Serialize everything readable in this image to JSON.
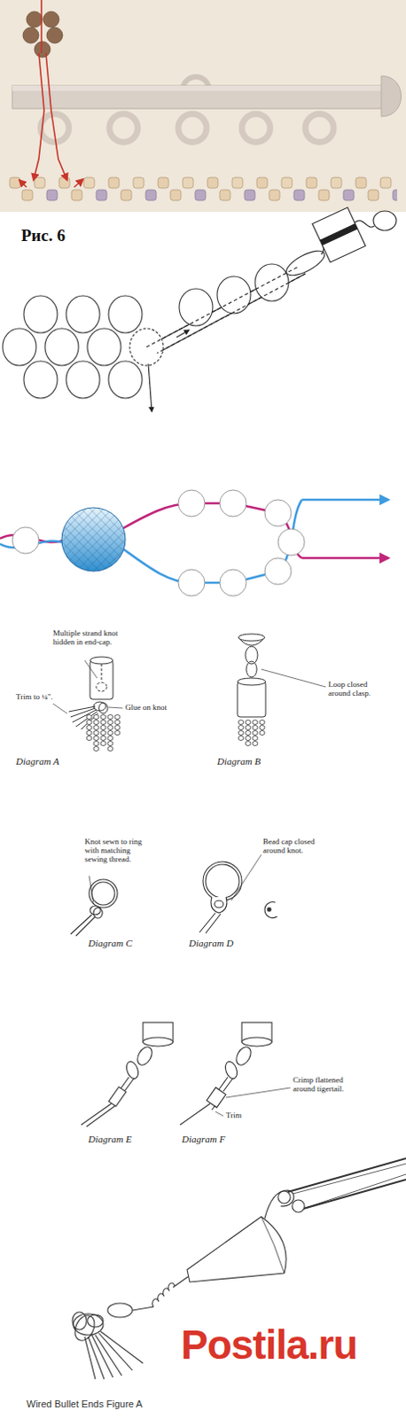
{
  "diagram": {
    "labels": [
      "Рис. 6",
      "Multiple strand knot hidden in end-cap.",
      "Trim to ¼\".",
      "Glue on knot",
      "Diagram A",
      "Loop closed around clasp.",
      "Diagram B",
      "Knot sewn to ring with matching sewing thread.",
      "Diagram C",
      "Bead cap closed around knot.",
      "Diagram D",
      "Crimp flattened around tigertail.",
      "Diagram E",
      "Trim",
      "Diagram F",
      "Postila.ru",
      "Wired Bullet Ends Figure A"
    ]
  }
}
